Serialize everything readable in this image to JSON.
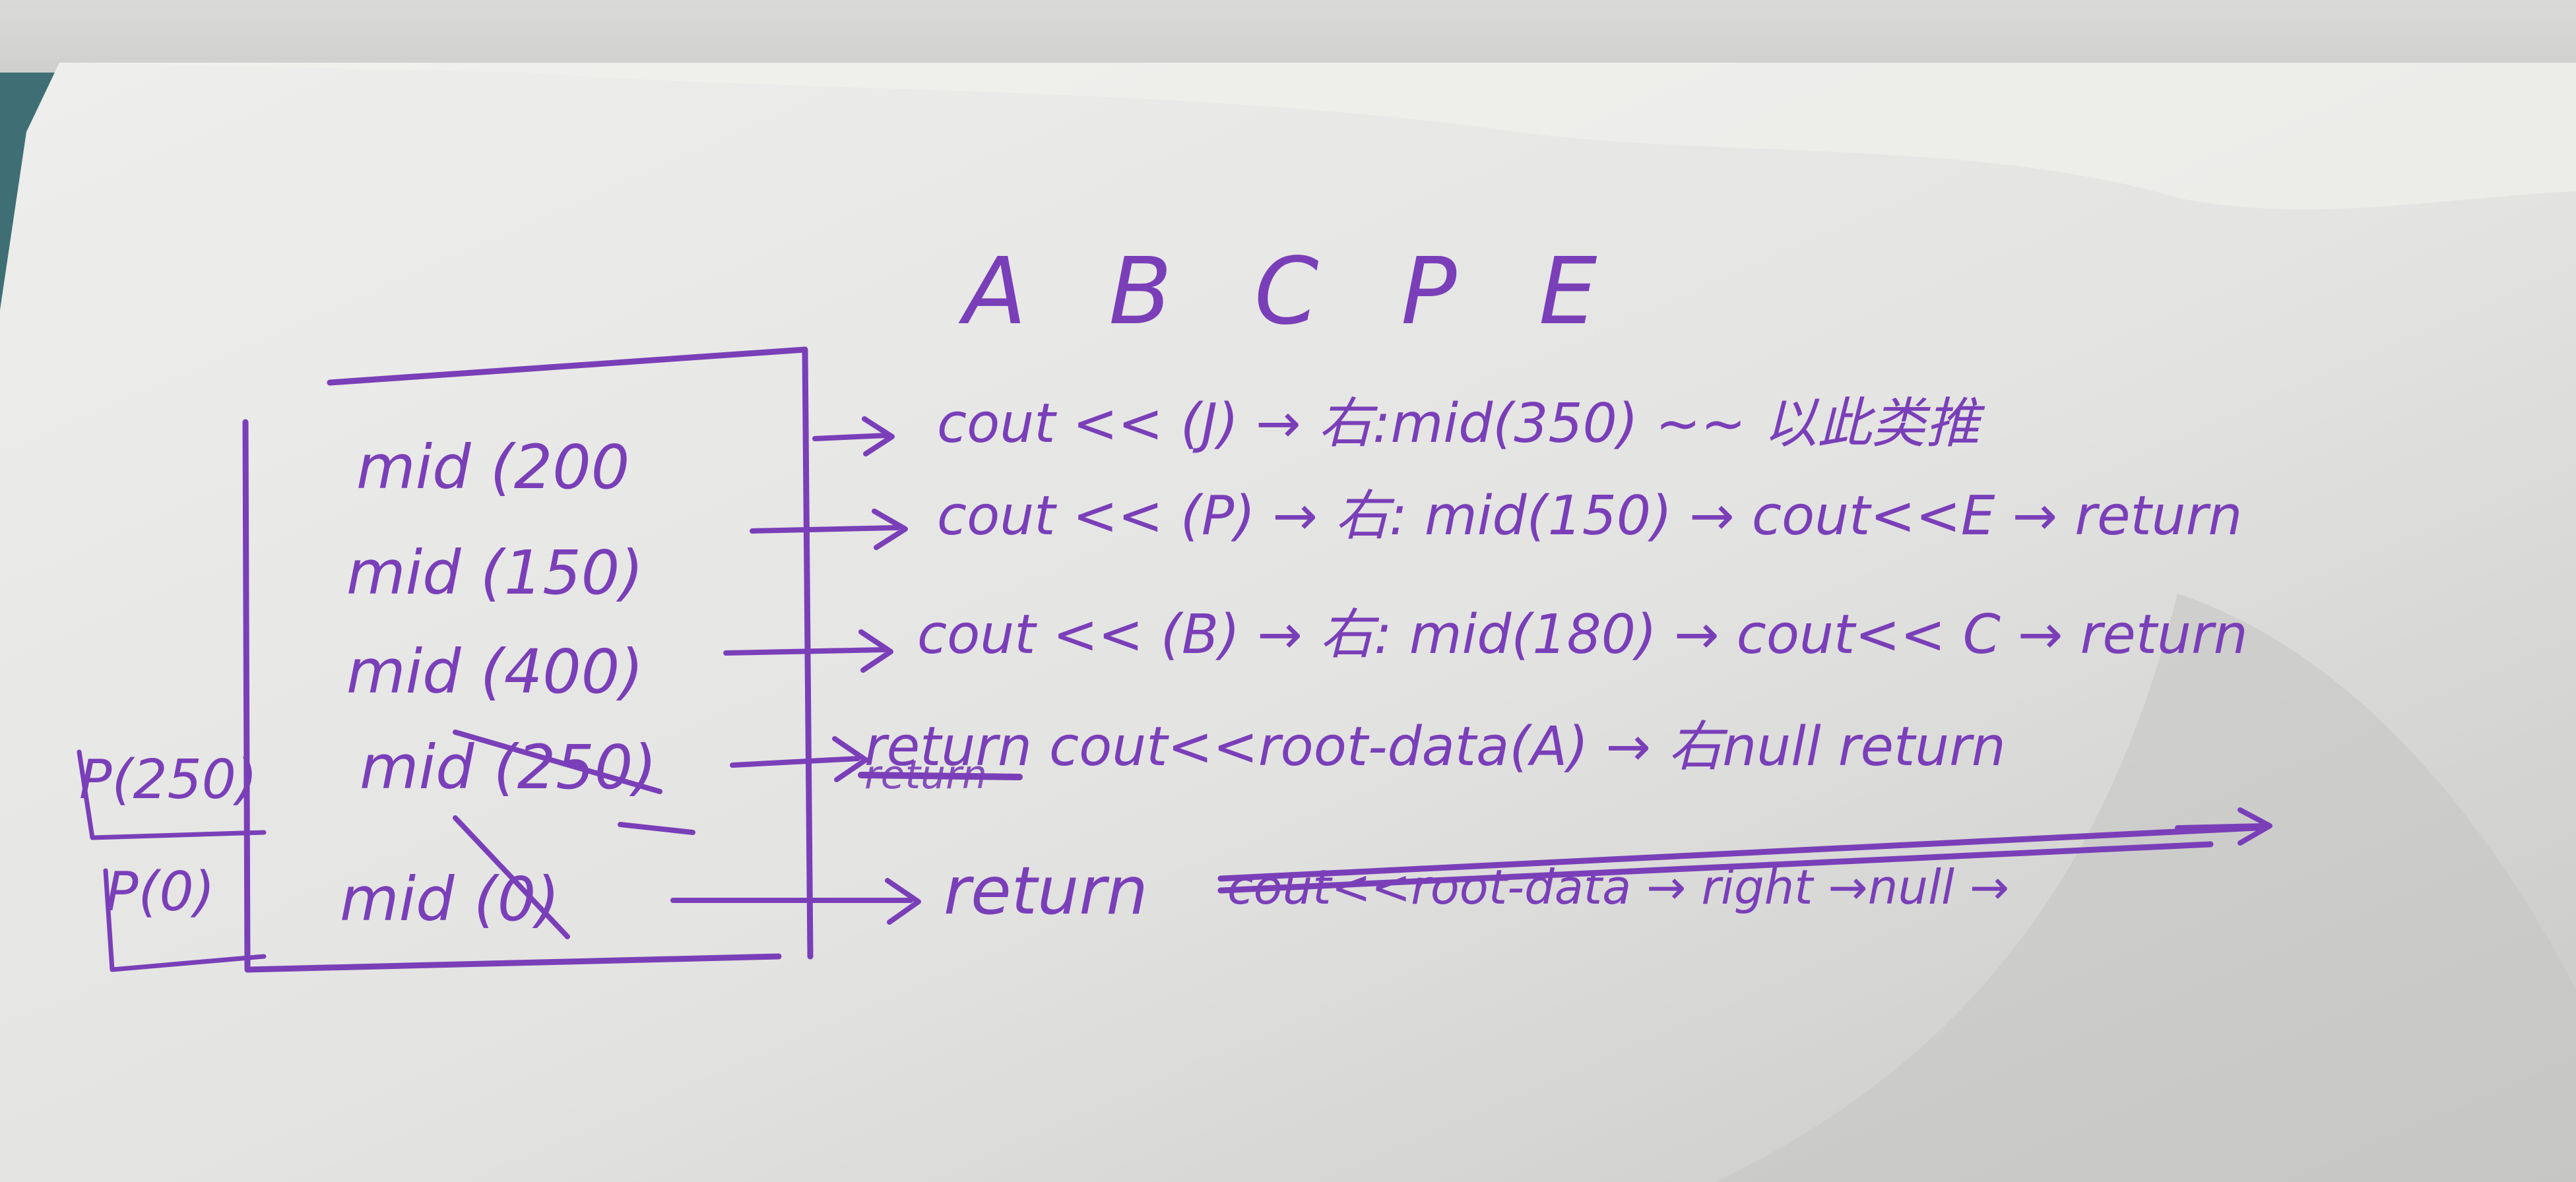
{
  "colors": {
    "ink": "#7a3fb8",
    "paper": "#e6e6e4",
    "paper_shadow": "#c9c9c7",
    "background": "#3f3f40",
    "teal_edge": "#3f6f74"
  },
  "notes": {
    "header": "A B C P E",
    "stack_frames": [
      "mid (200",
      "mid (150)",
      "mid (400)",
      "mid (250)",
      "mid (0)"
    ],
    "pointer_labels": [
      "P(250)",
      "P(0)"
    ],
    "trace_lines": [
      "cout << (J) → 右:mid(350) ~~ 以此类推",
      "cout << (P) → 右: mid(150) → cout<<E → return",
      "cout << (B) → 右: mid(180) → cout<< C → return",
      "return cout<<root-data(A) → 右null return",
      "return"
    ],
    "crossed_out": [
      "return",
      "cout<<root-data → right →null →"
    ]
  }
}
